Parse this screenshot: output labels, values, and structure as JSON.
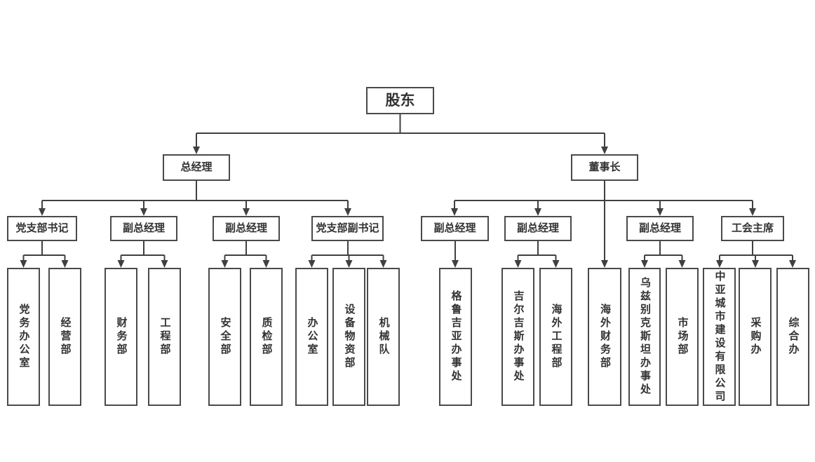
{
  "colors": {
    "line": "#404040",
    "box_border": "#4a4a4a",
    "text": "#333333",
    "background": "#ffffff"
  },
  "org_chart": {
    "type": "org-tree",
    "root": {
      "id": "shareholders",
      "label": "股东"
    },
    "level2": [
      {
        "id": "general-manager",
        "label": "总经理"
      },
      {
        "id": "chairman",
        "label": "董事长"
      }
    ],
    "level3": [
      {
        "id": "party-branch-secretary",
        "label": "党支部书记"
      },
      {
        "id": "deputy-gm-1",
        "label": "副总经理"
      },
      {
        "id": "deputy-gm-2",
        "label": "副总经理"
      },
      {
        "id": "party-branch-deputy-secretary",
        "label": "党支部副书记"
      },
      {
        "id": "deputy-gm-3",
        "label": "副总经理"
      },
      {
        "id": "deputy-gm-4",
        "label": "副总经理"
      },
      {
        "id": "deputy-gm-5",
        "label": "副总经理"
      },
      {
        "id": "union-chairman",
        "label": "工会主席"
      }
    ],
    "level4": [
      {
        "id": "party-affairs-office",
        "label": "党务办公室"
      },
      {
        "id": "operations-dept",
        "label": "经营部"
      },
      {
        "id": "finance-dept",
        "label": "财务部"
      },
      {
        "id": "engineering-dept",
        "label": "工程部"
      },
      {
        "id": "safety-dept",
        "label": "安全部"
      },
      {
        "id": "quality-inspection-dept",
        "label": "质检部"
      },
      {
        "id": "office",
        "label": "办公室"
      },
      {
        "id": "equipment-materials-dept",
        "label": "设备物资部"
      },
      {
        "id": "machinery-team",
        "label": "机械队"
      },
      {
        "id": "georgia-office",
        "label": "格鲁吉亚办事处"
      },
      {
        "id": "kyrgyzstan-office",
        "label": "吉尔吉斯办事处"
      },
      {
        "id": "overseas-engineering-dept",
        "label": "海外工程部"
      },
      {
        "id": "overseas-finance-dept",
        "label": "海外财务部"
      },
      {
        "id": "uzbekistan-office",
        "label": "乌兹别克斯坦办事处"
      },
      {
        "id": "marketing-dept",
        "label": "市场部"
      },
      {
        "id": "central-asia-city-construction-co",
        "label": "中亚城市建设有限公司"
      },
      {
        "id": "procurement-office",
        "label": "采购办"
      },
      {
        "id": "general-office",
        "label": "综合办"
      }
    ],
    "edges": [
      [
        "shareholders",
        "general-manager"
      ],
      [
        "shareholders",
        "chairman"
      ],
      [
        "general-manager",
        "party-branch-secretary"
      ],
      [
        "general-manager",
        "deputy-gm-1"
      ],
      [
        "general-manager",
        "deputy-gm-2"
      ],
      [
        "general-manager",
        "party-branch-deputy-secretary"
      ],
      [
        "chairman",
        "deputy-gm-3"
      ],
      [
        "chairman",
        "deputy-gm-4"
      ],
      [
        "chairman",
        "overseas-finance-dept"
      ],
      [
        "chairman",
        "deputy-gm-5"
      ],
      [
        "chairman",
        "union-chairman"
      ],
      [
        "party-branch-secretary",
        "party-affairs-office"
      ],
      [
        "party-branch-secretary",
        "operations-dept"
      ],
      [
        "deputy-gm-1",
        "finance-dept"
      ],
      [
        "deputy-gm-1",
        "engineering-dept"
      ],
      [
        "deputy-gm-2",
        "safety-dept"
      ],
      [
        "deputy-gm-2",
        "quality-inspection-dept"
      ],
      [
        "party-branch-deputy-secretary",
        "office"
      ],
      [
        "party-branch-deputy-secretary",
        "equipment-materials-dept"
      ],
      [
        "party-branch-deputy-secretary",
        "machinery-team"
      ],
      [
        "deputy-gm-3",
        "georgia-office"
      ],
      [
        "deputy-gm-4",
        "kyrgyzstan-office"
      ],
      [
        "deputy-gm-4",
        "overseas-engineering-dept"
      ],
      [
        "deputy-gm-5",
        "uzbekistan-office"
      ],
      [
        "deputy-gm-5",
        "marketing-dept"
      ],
      [
        "union-chairman",
        "central-asia-city-construction-co"
      ],
      [
        "union-chairman",
        "procurement-office"
      ],
      [
        "union-chairman",
        "general-office"
      ]
    ]
  }
}
